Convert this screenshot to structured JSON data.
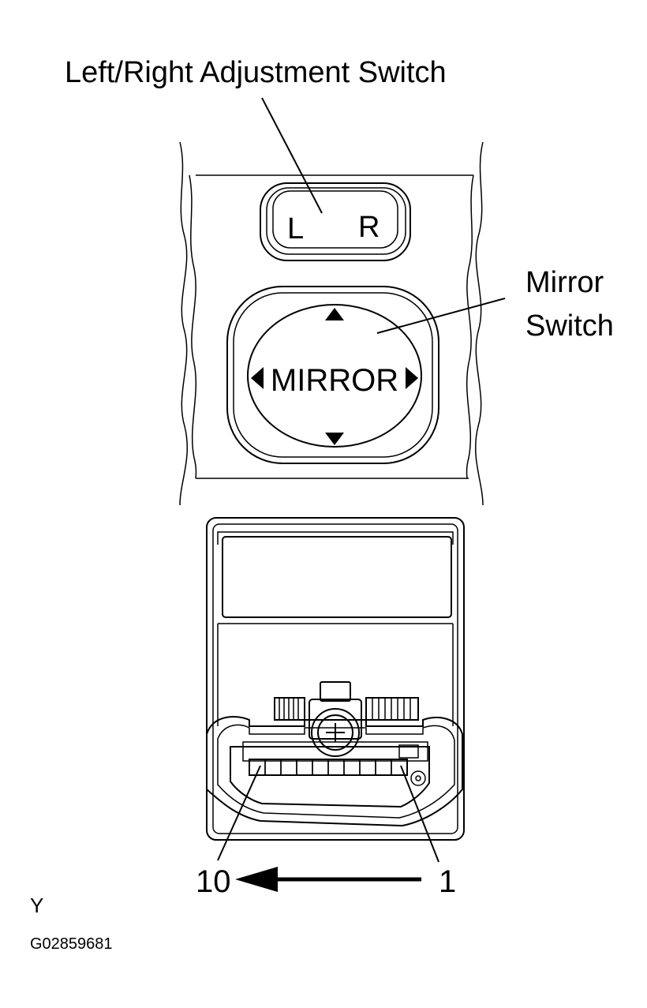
{
  "labels": {
    "left_right_switch": "Left/Right Adjustment Switch",
    "mirror_switch_line1": "Mirror",
    "mirror_switch_line2": "Switch",
    "button_left": "L",
    "button_right": "R",
    "mirror_text": "MIRROR",
    "pin_10": "10",
    "pin_1": "1",
    "view_letter": "Y",
    "figure_code": "G02859681"
  },
  "connector": {
    "pin_count": 10
  }
}
